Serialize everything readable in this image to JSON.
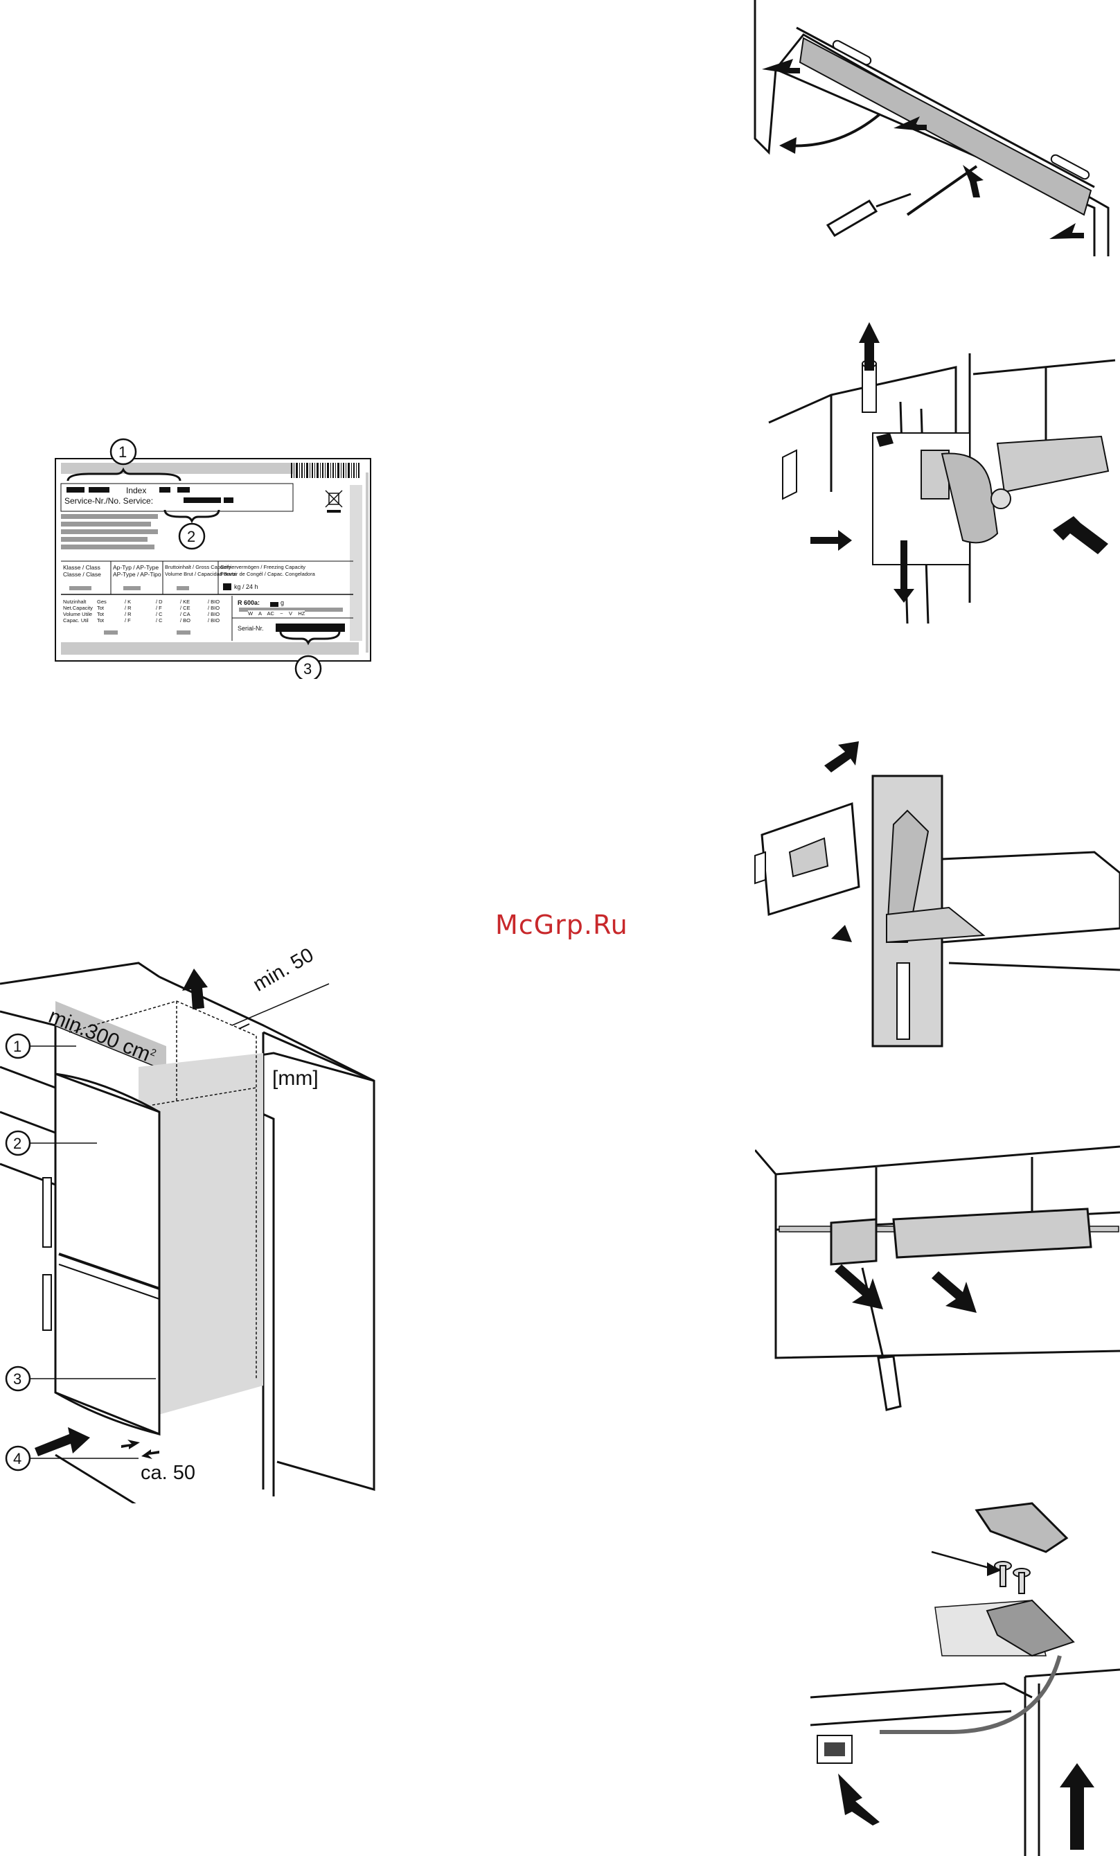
{
  "watermark": "McGrp.Ru",
  "rating_plate": {
    "callouts": [
      "1",
      "2",
      "3"
    ],
    "index_label": "Index",
    "service_label": "Service-Nr./No. Service:",
    "class_label": "Klasse / Class\nClasse / Clase",
    "ap_label": "Ap-Typ / AP-Type\nAP-Type / AP-Tipo",
    "gross_label": "Bruttoinhalt / Gross Capacity\nVolume Brut / Capacidad Bruta",
    "freezing_label": "Gefriervermögen / Freezing Capacity\nPouvoir de Congél / Capac. Congeladora",
    "kg_label": "kg / 24 h",
    "net_rows": "Nutzinhalt\nNet.Capacity\nVolume Utile\nCapac. Util",
    "gesamt_rows": "Ges\nTot\nTot\nTot",
    "k_rows": "/ K\n/ R\n/ R\n/ F",
    "d_rows": "/ D\n/ F\n/ C\n/ C",
    "ke_rows": "/ KE\n/ CE\n/ CA\n/ BO",
    "bio_rows": "/ BIO\n/ BIO\n/ BIO\n/ BIO",
    "refrigerant": "R 600a:",
    "refrigerant_unit": "g",
    "power_row": "W    A    AC    ~    V    HZ",
    "serial_label": "Serial-Nr."
  },
  "installation": {
    "callouts": [
      "1",
      "2",
      "3",
      "4"
    ],
    "area_label": "min.300 cm",
    "area_sup": "2",
    "min_label": "min. 50",
    "unit_label": "[mm]",
    "ca_label": "ca. 50"
  }
}
